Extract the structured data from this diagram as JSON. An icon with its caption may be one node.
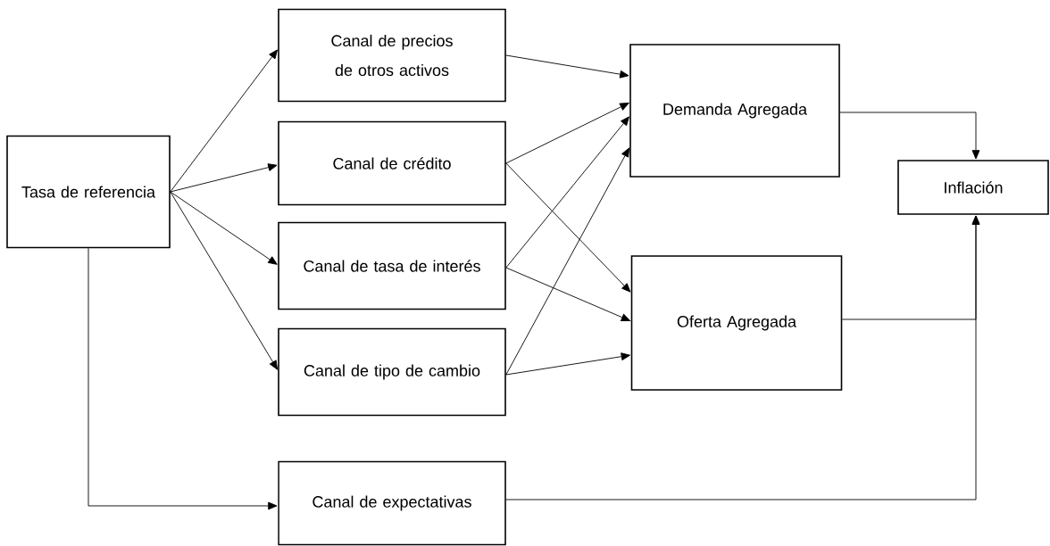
{
  "diagram": {
    "nodes": [
      {
        "text": [
          "Tasa de referencia"
        ]
      },
      {
        "text": [
          "Canal de precios de otros activos"
        ]
      },
      {
        "text": [
          "Canal de crédito"
        ]
      },
      {
        "text": [
          "Canal de tasa de interés"
        ]
      },
      {
        "text": [
          "Canal de tipo de cambio"
        ]
      },
      {
        "text": [
          "Canal de expectativas"
        ]
      },
      {
        "text": [
          "Demanda Agregada"
        ]
      },
      {
        "text": [
          "Oferta Agregada"
        ]
      },
      {
        "text": [
          "Inflación"
        ]
      }
    ],
    "edges": [
      {
        "from": 0,
        "to": 1,
        "arrow": "to"
      },
      {
        "from": 0,
        "to": 2,
        "arrow": "to"
      },
      {
        "from": 0,
        "to": 3,
        "arrow": "to"
      },
      {
        "from": 0,
        "to": 4,
        "arrow": "to"
      },
      {
        "from": 0,
        "to": 5,
        "arrow": "to"
      },
      {
        "from": 1,
        "to": 6,
        "arrow": "to"
      },
      {
        "from": 2,
        "to": 6,
        "arrow": "to"
      },
      {
        "from": 2,
        "to": 7,
        "arrow": "to"
      },
      {
        "from": 3,
        "to": 6,
        "arrow": "to"
      },
      {
        "from": 3,
        "to": 7,
        "arrow": "to"
      },
      {
        "from": 4,
        "to": 6,
        "arrow": "to"
      },
      {
        "from": 4,
        "to": 7,
        "arrow": "to"
      },
      {
        "from": 6,
        "to": 8,
        "arrow": "to"
      },
      {
        "from": 7,
        "to": 8,
        "arrow": "to"
      },
      {
        "from": 5,
        "to": 8,
        "arrow": "to"
      }
    ]
  }
}
